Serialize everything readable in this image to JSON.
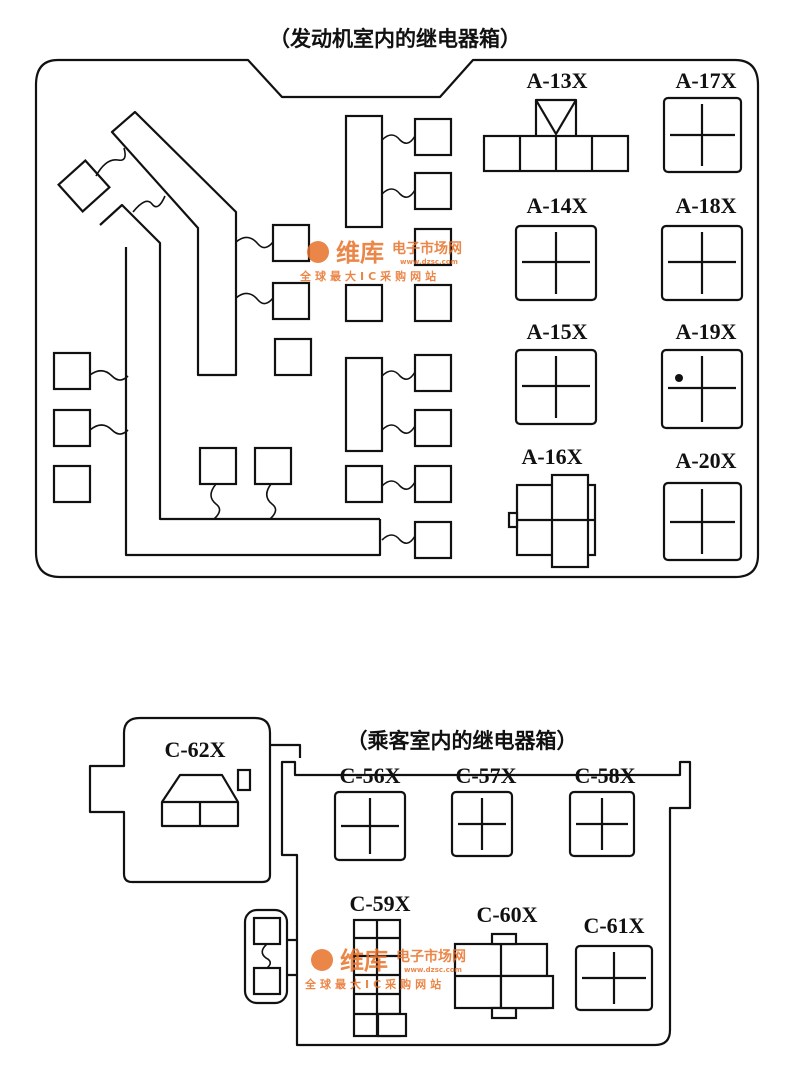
{
  "engine_box": {
    "title": "（发动机室内的继电器箱）",
    "labels": [
      "A-13X",
      "A-14X",
      "A-15X",
      "A-16X",
      "A-17X",
      "A-18X",
      "A-19X",
      "A-20X"
    ]
  },
  "passenger_box": {
    "title": "（乘客室内的继电器箱）",
    "labels": [
      "C-56X",
      "C-57X",
      "C-58X",
      "C-59X",
      "C-60X",
      "C-61X",
      "C-62X"
    ]
  },
  "watermark": {
    "brand": "维库",
    "subtitle": "电子市场网",
    "url": "www.dzsc.com",
    "slogan": "全球最大IC采购网站",
    "color": "#e8722a"
  }
}
